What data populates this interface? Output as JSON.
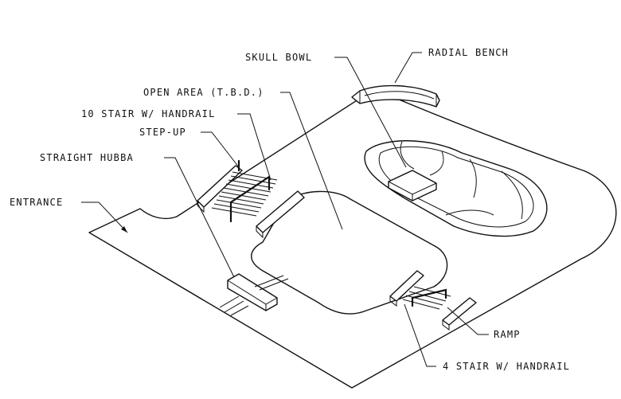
{
  "labels": {
    "skull_bowl": "SKULL BOWL",
    "radial_bench": "RADIAL BENCH",
    "open_area": "OPEN AREA (T.B.D.)",
    "stair_10": "10 STAIR W/ HANDRAIL",
    "step_up": "STEP-UP",
    "straight_hubba": "STRAIGHT HUBBA",
    "entrance": "ENTRANCE",
    "ramp": "RAMP",
    "stair_4": "4 STAIR W/ HANDRAIL"
  }
}
